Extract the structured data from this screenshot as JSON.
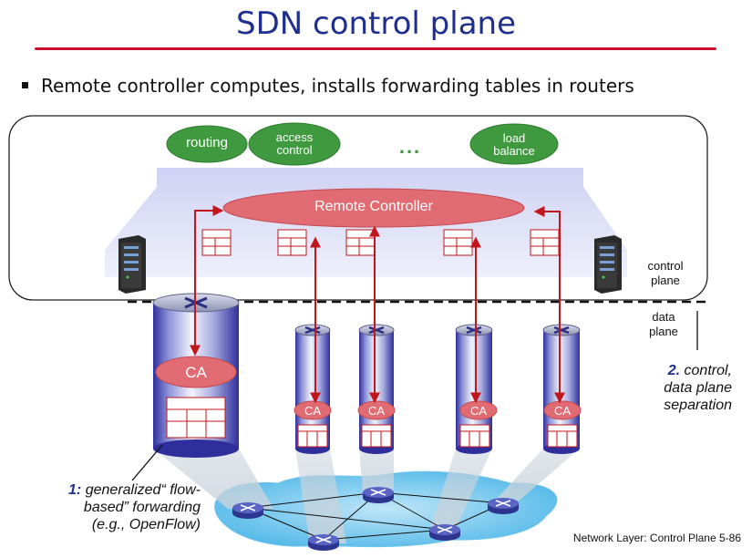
{
  "slide": {
    "title": "SDN control plane",
    "bullet": "Remote controller computes, installs forwarding tables in routers",
    "footer": "Network Layer: Control Plane 5-86"
  },
  "control_apps": [
    {
      "label": "routing"
    },
    {
      "label": "access\ncontrol"
    },
    {
      "label": "load\nbalance"
    }
  ],
  "ellipsis": "...",
  "controller": {
    "label": "Remote Controller"
  },
  "agent_label": "CA",
  "planes": {
    "control": "control\nplane",
    "data": "data\nplane"
  },
  "notes": {
    "note1_num": "1:",
    "note1_text": "generalized“ flow-\nbased” forwarding\n(e.g., OpenFlow)",
    "note2_num": "2.",
    "note2_text": "control,\ndata plane\nseparation"
  },
  "colors": {
    "title": "#1f2f8f",
    "rule": "#c8102e",
    "app_green": "#3f9a3f",
    "controller_red": "#e06b72",
    "arrow_red": "#c0161c",
    "router_blue": "#3b46b4",
    "network_blue": "#4fb7e8"
  }
}
